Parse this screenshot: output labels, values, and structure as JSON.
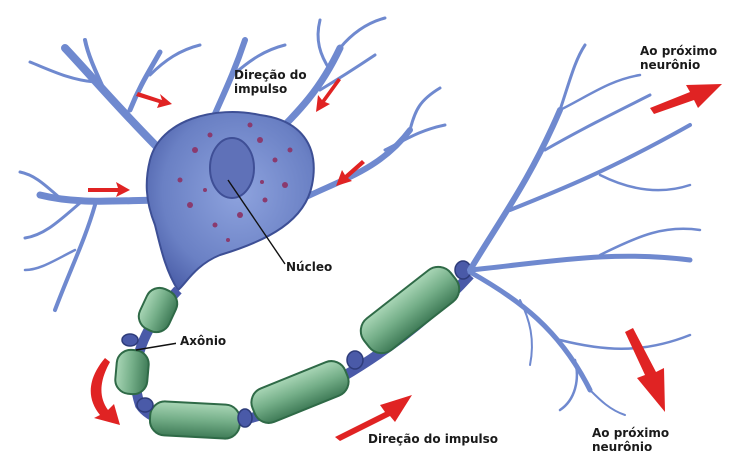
{
  "labels": {
    "impulse_top": "Direção do\nimpulso",
    "nucleus": "Núcleo",
    "axon": "Axônio",
    "impulse_bottom": "Direção do impulso",
    "next_neuron_top": "Ao próximo\nneurônio",
    "next_neuron_bottom": "Ao próximo\nneurônio"
  },
  "colors": {
    "dendrite": "#7d96d6",
    "dendrite_stroke": "#4f67b3",
    "soma": "#6f86c9",
    "soma_dark": "#4c5fa8",
    "nucleus_fill": "#5e6fb6",
    "dots": "#8a3a6e",
    "myelin": "#79b48d",
    "myelin_dark": "#3f7b57",
    "node": "#4a5aa8",
    "arrow": "#e02323"
  }
}
